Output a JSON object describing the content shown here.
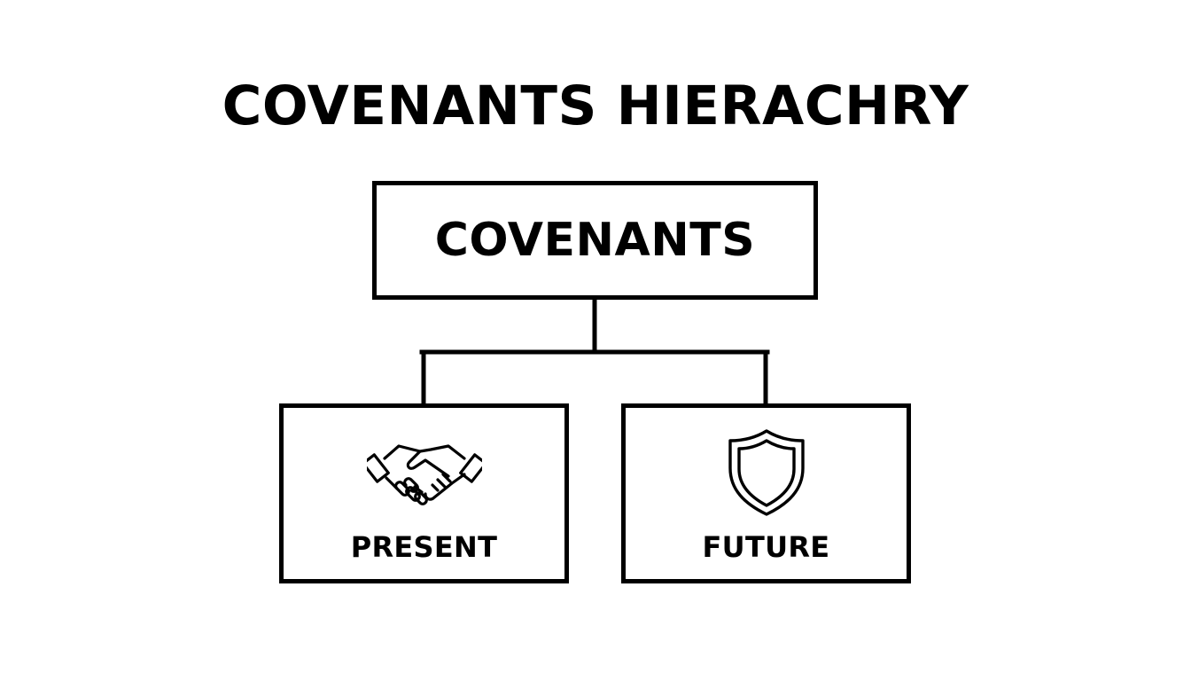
{
  "diagram": {
    "title": "COVENANTS HIERACHRY",
    "root": {
      "label": "COVENANTS"
    },
    "children": [
      {
        "label": "PRESENT",
        "icon": "handshake-icon"
      },
      {
        "label": "FUTURE",
        "icon": "shield-icon"
      }
    ],
    "colors": {
      "stroke": "#000000",
      "background": "#ffffff"
    }
  }
}
